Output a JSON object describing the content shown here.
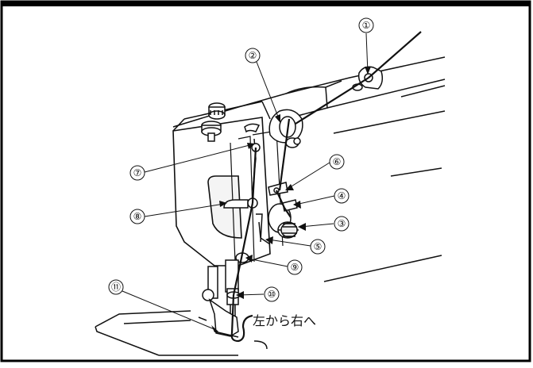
{
  "callouts": [
    {
      "id": "1",
      "label": "①"
    },
    {
      "id": "2",
      "label": "②"
    },
    {
      "id": "3",
      "label": "③"
    },
    {
      "id": "4",
      "label": "④"
    },
    {
      "id": "5",
      "label": "⑤"
    },
    {
      "id": "6",
      "label": "⑥"
    },
    {
      "id": "7",
      "label": "⑦"
    },
    {
      "id": "8",
      "label": "⑧"
    },
    {
      "id": "9",
      "label": "⑨"
    },
    {
      "id": "10",
      "label": "⑩"
    },
    {
      "id": "11",
      "label": "⑪"
    }
  ],
  "note": "左から右へ",
  "colors": {
    "ink": "#111111",
    "paper": "#ffffff",
    "frame": "#000000"
  }
}
